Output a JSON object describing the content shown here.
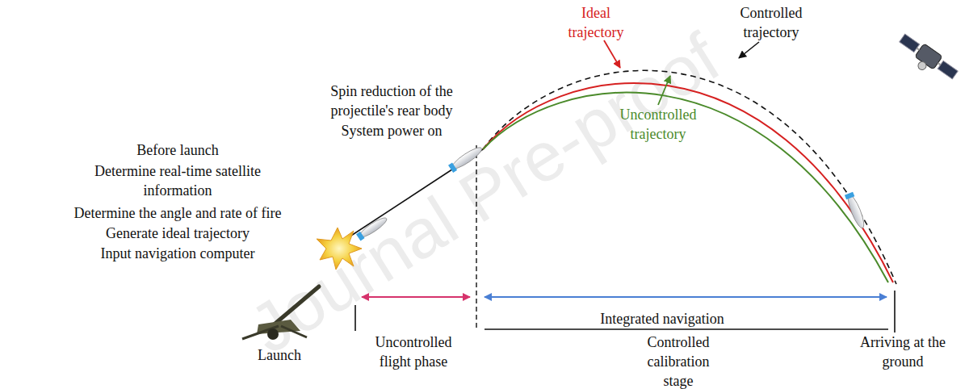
{
  "diagram": {
    "labels": [
      "Journal Pre-proof",
      "Ideal trajectory",
      "Controlled trajectory",
      "Uncontrolled trajectory",
      "Spin reduction of the projectile's rear body",
      "System power on",
      "Before launch",
      "Determine real-time satellite information",
      "Determine the angle and rate of fire",
      "Generate ideal trajectory",
      "Input navigation computer",
      "Integrated navigation",
      "Launch",
      "Uncontrolled flight phase",
      "Controlled calibration stage",
      "Arriving at the ground"
    ]
  }
}
